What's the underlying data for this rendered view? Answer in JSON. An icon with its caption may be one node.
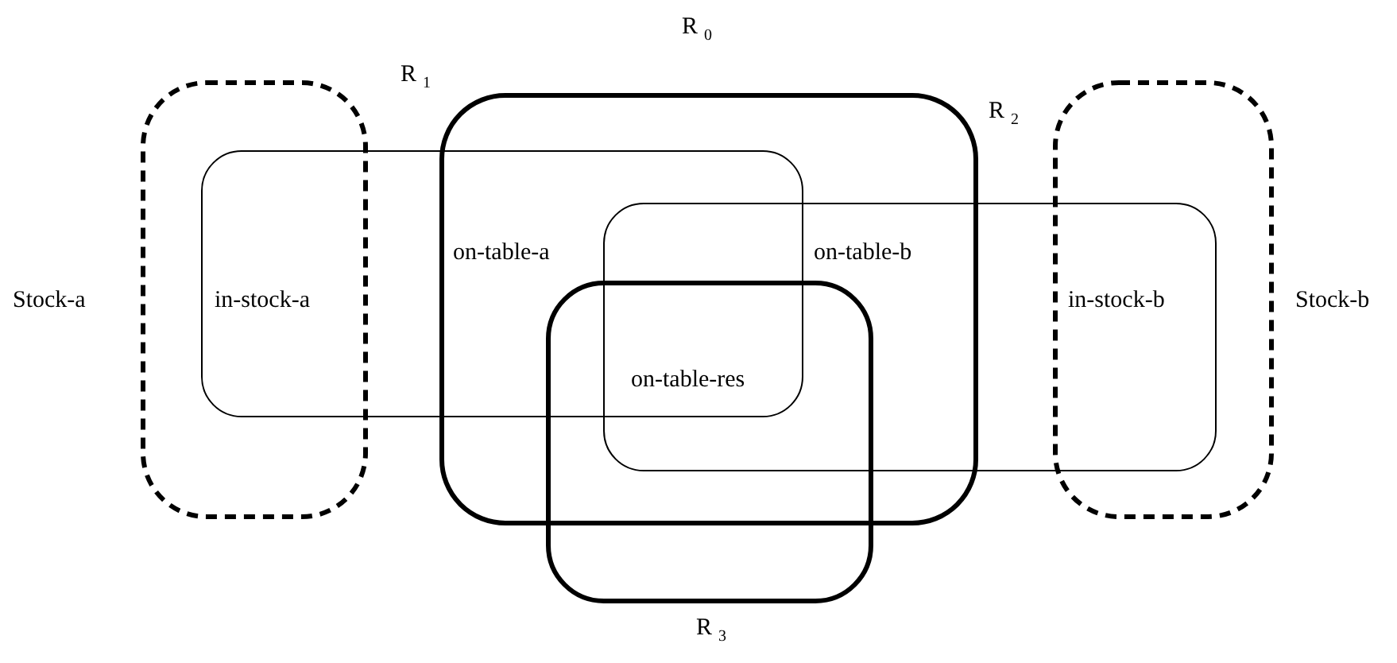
{
  "diagram": {
    "nodes": [
      {
        "text": [],
        "shape": "box"
      },
      {
        "text": [],
        "shape": "box"
      },
      {
        "text": [],
        "shape": "box"
      },
      {
        "text": [],
        "shape": "box"
      },
      {
        "text": [],
        "shape": "box"
      },
      {
        "text": [],
        "shape": "box"
      }
    ],
    "labels": [
      "R$_{0}$",
      "R$_{1}$",
      "R$_{2}$",
      "on-table-a",
      "on-table-b",
      "Stock-a",
      "in-stock-a",
      "in-stock-b",
      "Stock-b",
      "on-table-res",
      "R$_{3}$"
    ]
  }
}
